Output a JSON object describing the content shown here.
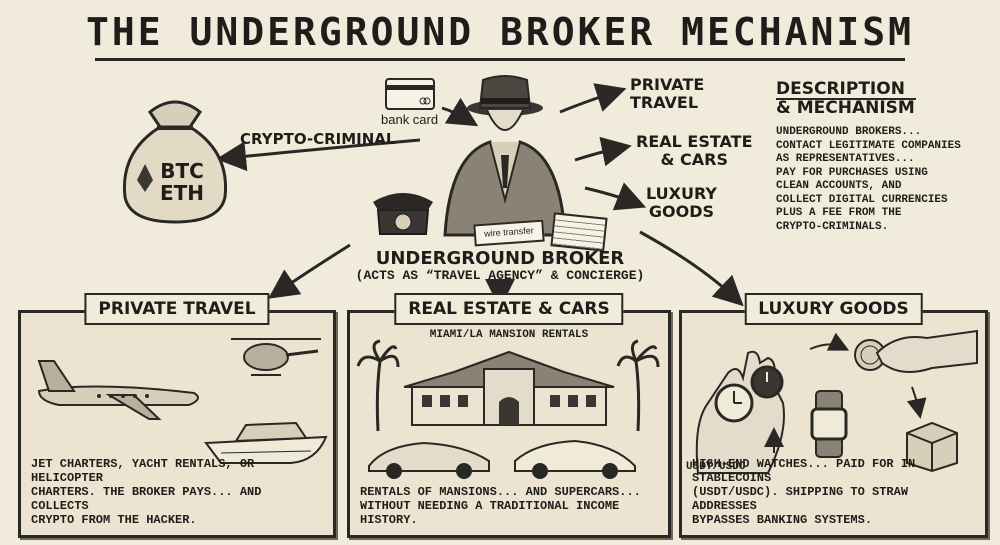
{
  "title": "THE UNDERGROUND BROKER MECHANISM",
  "labels": {
    "bank_card": "bank card",
    "crypto_criminal": "CRYPTO-CRIMINAL",
    "btc": "BTC",
    "eth": "ETH",
    "private_travel": "PRIVATE\nTRAVEL",
    "real_estate_cars": "REAL ESTATE\n& CARS",
    "luxury_goods": "LUXURY\nGOODS",
    "wire_transfer": "wire transfer",
    "broker_title": "UNDERGROUND BROKER",
    "broker_subtitle": "(ACTS AS “TRAVEL AGENCY” & CONCIERGE)"
  },
  "description": {
    "heading": "DESCRIPTION\n& MECHANISM",
    "body": "UNDERGROUND BROKERS...\nCONTACT LEGITIMATE COMPANIES\nAS REPRESENTATIVES...\nPAY FOR PURCHASES USING\nCLEAN ACCOUNTS, AND\nCOLLECT DIGITAL CURRENCIES\nPLUS A FEE FROM THE\nCRYPTO-CRIMINALS."
  },
  "panels": {
    "travel": {
      "title": "PRIVATE TRAVEL",
      "text": "JET CHARTERS, YACHT RENTALS, OR HELICOPTER\nCHARTERS. THE BROKER PAYS... AND COLLECTS\nCRYPTO FROM THE HACKER."
    },
    "realestate": {
      "title": "REAL ESTATE & CARS",
      "caption": "MIAMI/LA MANSION RENTALS",
      "text": "RENTALS OF MANSIONS... AND SUPERCARS...\nWITHOUT NEEDING A TRADITIONAL INCOME HISTORY."
    },
    "luxury": {
      "title": "LUXURY GOODS",
      "usdt_label": "USDT/USDC",
      "text": "HIGH-END WATCHES... PAID FOR IN STABLECOINS\n(USDT/USDC). SHIPPING TO STRAW ADDRESSES\nBYPASSES BANKING SYSTEMS."
    }
  },
  "icons": [
    "money-bag-icon",
    "bank-card-icon",
    "broker-figure-icon",
    "telephone-icon",
    "jet-icon",
    "helicopter-icon",
    "yacht-icon",
    "mansion-icon",
    "palm-tree-icon",
    "supercar-icon",
    "watch-icon",
    "coin-icon",
    "package-icon",
    "hand-icon"
  ],
  "colors": {
    "paper": "#f1ebdc",
    "ink": "#2a2825",
    "panel": "#ece4d0"
  }
}
